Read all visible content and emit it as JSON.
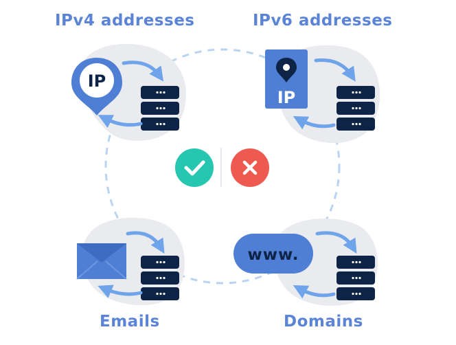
{
  "labels": {
    "ipv4": "IPv4 addresses",
    "ipv6": "IPv6 addresses",
    "emails": "Emails",
    "domains": "Domains"
  },
  "pin_text": "IP",
  "card_text": "IP",
  "www_text": "www.",
  "colors": {
    "label_blue": "#5b84d6",
    "icon_blue": "#4f7fd4",
    "arrow_blue": "#6fa3ea",
    "dash_blue": "#b9d3f2",
    "blob_gray": "#e9ebef",
    "db_navy": "#0e2447",
    "check_teal": "#26c6b0",
    "cross_red": "#ee5a4f"
  },
  "icons": [
    "location-pin-icon",
    "ip-card-icon",
    "envelope-icon",
    "www-pill-icon",
    "database-icon",
    "check-icon",
    "cross-icon"
  ]
}
